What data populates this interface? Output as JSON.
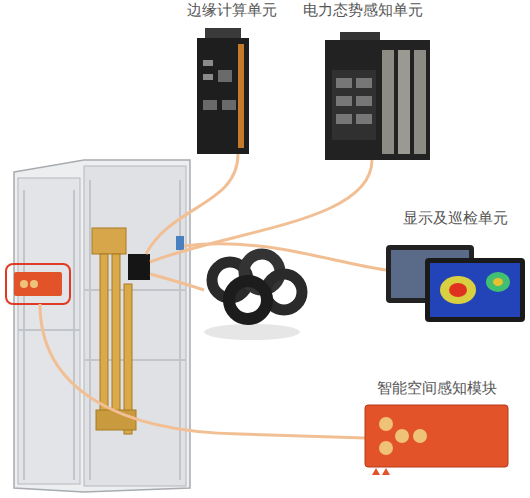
{
  "diagram": {
    "nodes": [
      {
        "text": [
          "边缘计算单元"
        ]
      },
      {
        "text": [
          "电力态势感知单元"
        ]
      },
      {
        "text": [
          "显示及巡检单元"
        ]
      },
      {
        "text": [
          "智能空间感知模块"
        ]
      }
    ]
  }
}
